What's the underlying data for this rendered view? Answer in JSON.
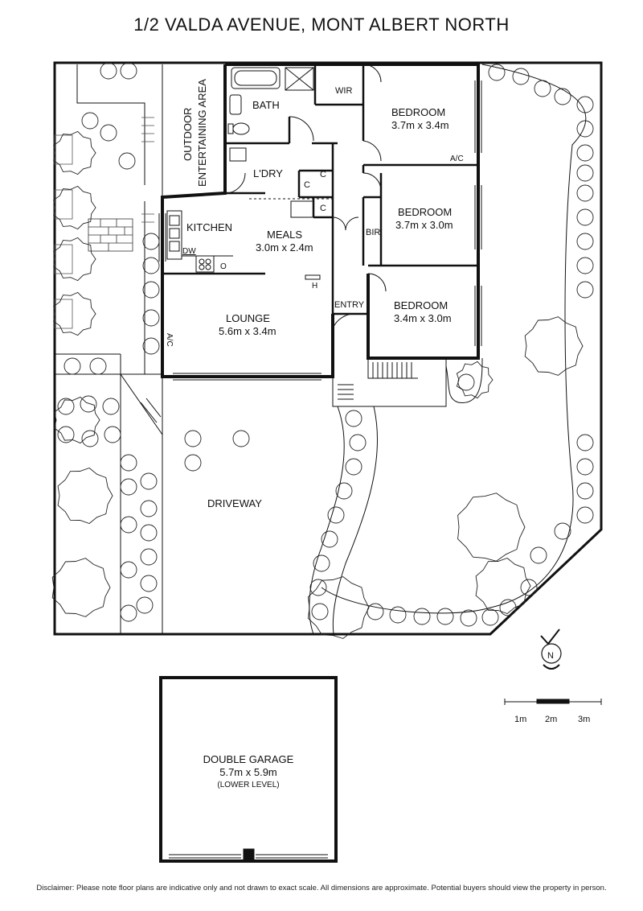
{
  "title": "1/2 VALDA AVENUE, MONT ALBERT NORTH",
  "rooms": {
    "bath": "BATH",
    "wir": "WIR",
    "laundry": "L'DRY",
    "outdoor_line1": "OUTDOOR",
    "outdoor_line2": "ENTERTAINING AREA",
    "bedroom1_name": "BEDROOM",
    "bedroom1_size": "3.7m x 3.4m",
    "bedroom2_name": "BEDROOM",
    "bedroom2_size": "3.7m x 3.0m",
    "bedroom3_name": "BEDROOM",
    "bedroom3_size": "3.4m x 3.0m",
    "kitchen": "KITCHEN",
    "meals_name": "MEALS",
    "meals_size": "3.0m x 2.4m",
    "lounge_name": "LOUNGE",
    "lounge_size": "5.6m x 3.4m",
    "entry": "ENTRY",
    "bir": "BIR",
    "driveway": "DRIVEWAY",
    "garage_name": "DOUBLE GARAGE",
    "garage_size": "5.7m x 5.9m",
    "garage_level": "(LOWER LEVEL)"
  },
  "fixtures": {
    "cupboard_1": "C",
    "cupboard_2": "C",
    "cupboard_3": "C",
    "dishwasher": "DW",
    "oven": "O",
    "heater": "H",
    "ac_bedroom": "A/C",
    "ac_lounge": "A/C"
  },
  "compass": {
    "north": "N"
  },
  "scale": {
    "labels": [
      "1m",
      "2m",
      "3m"
    ]
  },
  "disclaimer": "Disclaimer: Please note floor plans are indicative only and not drawn to exact scale. All dimensions are approximate. Potential buyers should view the property in person."
}
